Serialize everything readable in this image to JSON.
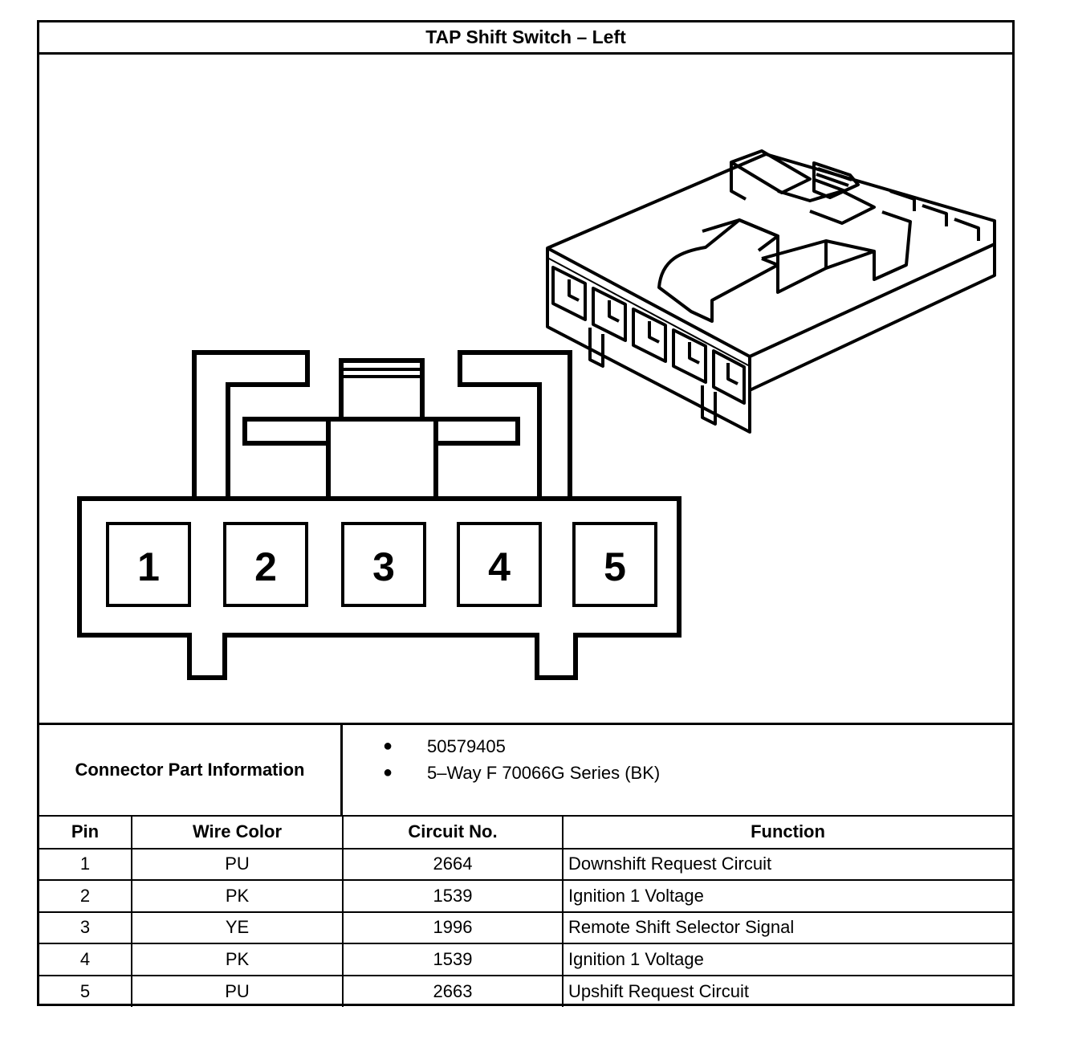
{
  "title": "TAP Shift Switch – Left",
  "connector_face": {
    "pins": [
      "1",
      "2",
      "3",
      "4",
      "5"
    ]
  },
  "connector_part_information": {
    "label": "Connector Part Information",
    "items": [
      "50579405",
      "5–Way F 70066G Series (BK)"
    ]
  },
  "pin_table": {
    "headers": [
      "Pin",
      "Wire Color",
      "Circuit No.",
      "Function"
    ],
    "rows": [
      [
        "1",
        "PU",
        "2664",
        "Downshift Request Circuit"
      ],
      [
        "2",
        "PK",
        "1539",
        "Ignition 1 Voltage"
      ],
      [
        "3",
        "YE",
        "1996",
        "Remote Shift Selector Signal"
      ],
      [
        "4",
        "PK",
        "1539",
        "Ignition 1 Voltage"
      ],
      [
        "5",
        "PU",
        "2663",
        "Upshift Request Circuit"
      ]
    ]
  }
}
